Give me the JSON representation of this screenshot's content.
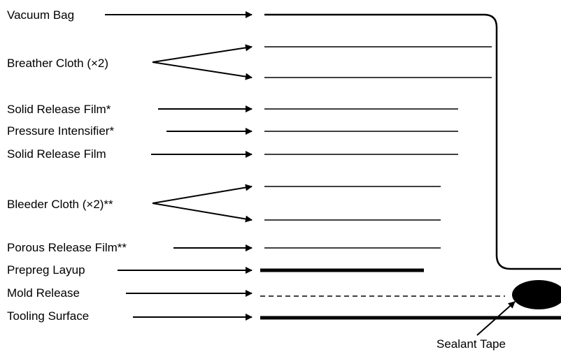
{
  "layers": [
    {
      "id": "vacuum-bag",
      "label": "Vacuum Bag",
      "arrows": 1,
      "line": "solid-medium"
    },
    {
      "id": "breather-cloth",
      "label": "Breather Cloth (×2)",
      "arrows": 2,
      "line": "solid-thin"
    },
    {
      "id": "solid-release-film-star",
      "label": "Solid Release Film*",
      "arrows": 1,
      "line": "solid-thin"
    },
    {
      "id": "pressure-intensifier",
      "label": "Pressure Intensifier*",
      "arrows": 1,
      "line": "solid-thin"
    },
    {
      "id": "solid-release-film",
      "label": "Solid Release Film",
      "arrows": 1,
      "line": "solid-thin"
    },
    {
      "id": "bleeder-cloth",
      "label": "Bleeder Cloth (×2)**",
      "arrows": 2,
      "line": "solid-thin"
    },
    {
      "id": "porous-release-film",
      "label": "Porous Release Film**",
      "arrows": 1,
      "line": "solid-thin"
    },
    {
      "id": "prepreg-layup",
      "label": "Prepreg Layup",
      "arrows": 1,
      "line": "solid-thick"
    },
    {
      "id": "mold-release",
      "label": "Mold Release",
      "arrows": 1,
      "line": "dashed"
    },
    {
      "id": "tooling-surface",
      "label": "Tooling Surface",
      "arrows": 1,
      "line": "solid-heavy"
    }
  ],
  "sealant_tape_label": "Sealant Tape"
}
